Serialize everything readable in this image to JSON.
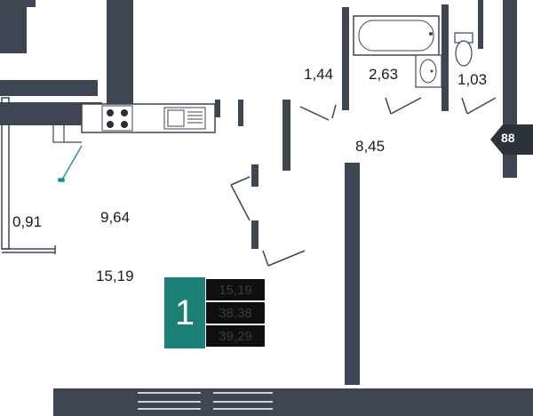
{
  "rooms": {
    "bathroom": "1,44",
    "bath": "2,63",
    "wc": "1,03",
    "hall": "8,45",
    "balcony": "0,91",
    "kitchen": "9,64",
    "living": "15,19"
  },
  "legend": {
    "rooms_count": "1",
    "living_area": "15,19",
    "total_area": "38,38",
    "full_area": "39,29"
  },
  "apartment_number": "88",
  "colors": {
    "wall": "#3d4652",
    "accent": "#1a7f74",
    "legend_cell": "#0f0f10"
  }
}
